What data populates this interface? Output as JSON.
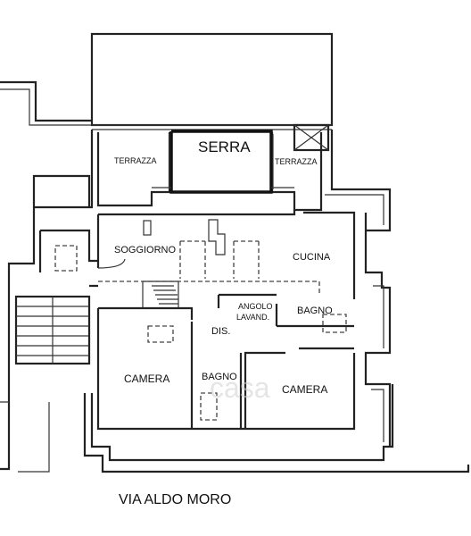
{
  "labels": {
    "serra": "SERRA",
    "terrazza_left": "TERRAZZA",
    "terrazza_right": "TERRAZZA",
    "soggiorno": "SOGGIORNO",
    "cucina": "CUCINA",
    "angolo_line1": "ANGOLO",
    "angolo_line2": "LAVAND.",
    "bagno_top": "BAGNO",
    "dis": "DIS.",
    "camera_left": "CAMERA",
    "bagno_bottom": "BAGNO",
    "camera_right": "CAMERA",
    "street": "VIA ALDO MORO"
  },
  "watermark": "casa"
}
